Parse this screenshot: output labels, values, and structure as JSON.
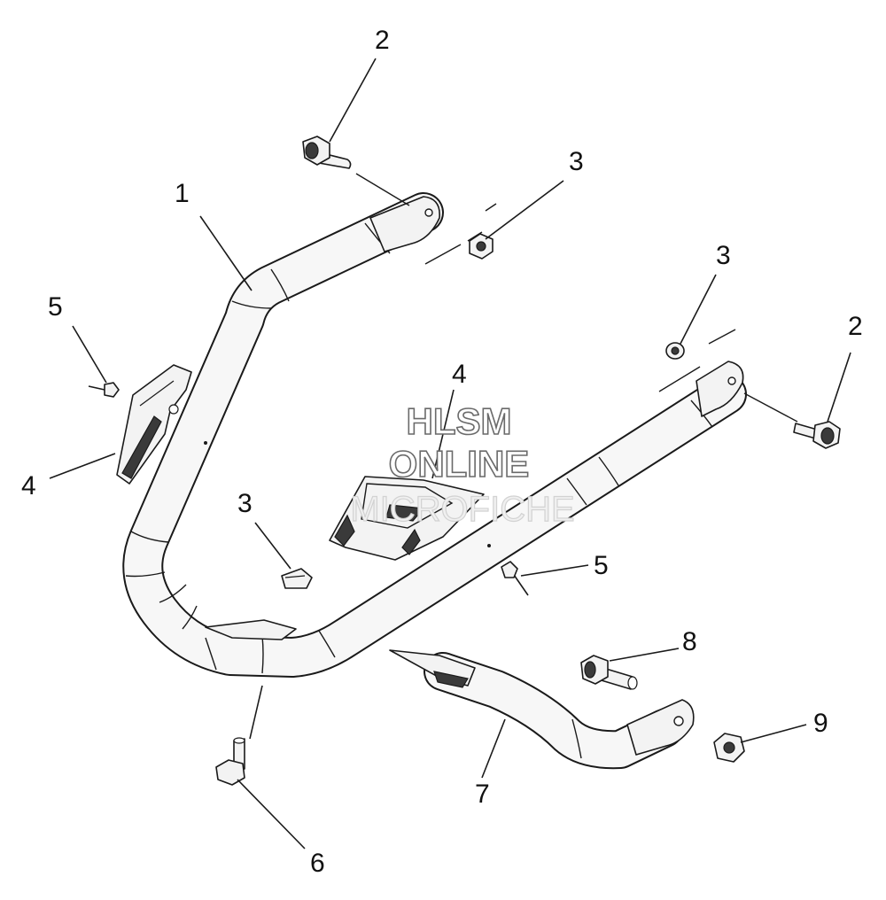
{
  "watermark": {
    "line1": "HLSM",
    "line2": "ONLINE",
    "line3": "MICROFICHE"
  },
  "callouts": [
    {
      "id": "c1",
      "label": "1"
    },
    {
      "id": "c2a",
      "label": "2"
    },
    {
      "id": "c2b",
      "label": "2"
    },
    {
      "id": "c3a",
      "label": "3"
    },
    {
      "id": "c3b",
      "label": "3"
    },
    {
      "id": "c3c",
      "label": "3"
    },
    {
      "id": "c4a",
      "label": "4"
    },
    {
      "id": "c4b",
      "label": "4"
    },
    {
      "id": "c5a",
      "label": "5"
    },
    {
      "id": "c5b",
      "label": "5"
    },
    {
      "id": "c6",
      "label": "6"
    },
    {
      "id": "c7",
      "label": "7"
    },
    {
      "id": "c8",
      "label": "8"
    },
    {
      "id": "c9",
      "label": "9"
    }
  ]
}
